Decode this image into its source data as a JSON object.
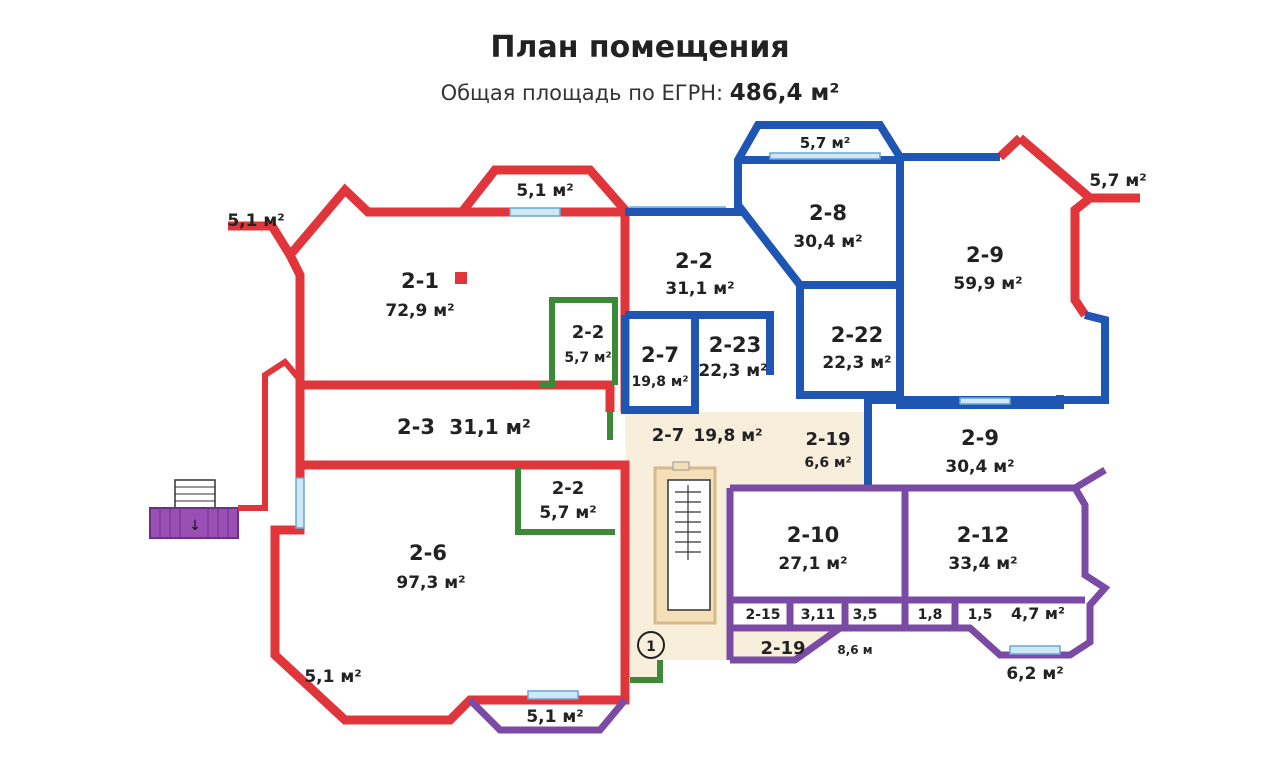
{
  "header": {
    "title": "План помещения",
    "subtitle_label": "Общая площадь по ЕГРН:",
    "subtitle_value": "486,4 м²"
  },
  "colors": {
    "red": "#e0353a",
    "blue": "#1f56b3",
    "purple": "#7a4aa5",
    "green": "#3c8a38",
    "corridor": "#f7eedb",
    "window": "#cfe8f6"
  },
  "rooms": [
    {
      "id": "2-1",
      "area": "72,9 м²"
    },
    {
      "id": "2-2",
      "area": "31,1 м²"
    },
    {
      "id": "2-8",
      "area": "30,4 м²"
    },
    {
      "id": "2-9",
      "area": "59,9 м²"
    },
    {
      "id": "2-2",
      "area": "5,7 м²"
    },
    {
      "id": "2-7",
      "area": "19,8 м²"
    },
    {
      "id": "2-23",
      "area": "22,3 м²"
    },
    {
      "id": "2-22",
      "area": "22,3 м²"
    },
    {
      "id": "2-3",
      "area": "31,1 м²"
    },
    {
      "id": "2-7",
      "area": "19,8 м²"
    },
    {
      "id": "2-19",
      "area": "6,6 м²"
    },
    {
      "id": "2-9",
      "area": "30,4 м²"
    },
    {
      "id": "2-2",
      "area": "5,7 м²"
    },
    {
      "id": "2-6",
      "area": "97,3 м²"
    },
    {
      "id": "2-10",
      "area": "27,1 м²"
    },
    {
      "id": "2-12",
      "area": "33,4 м²"
    },
    {
      "id": "2-19",
      "area": "8,6 м"
    }
  ],
  "small_cells": [
    "2-15",
    "3,11",
    "3,5",
    "1,8",
    "1,5",
    "4,7 м²"
  ],
  "balconies": [
    "5,1 м²",
    "5,1 м²",
    "5,7 м²",
    "5,7 м²",
    "5,1 м²",
    "5,1 м²",
    "6,2 м²"
  ],
  "stair_marker": "1"
}
